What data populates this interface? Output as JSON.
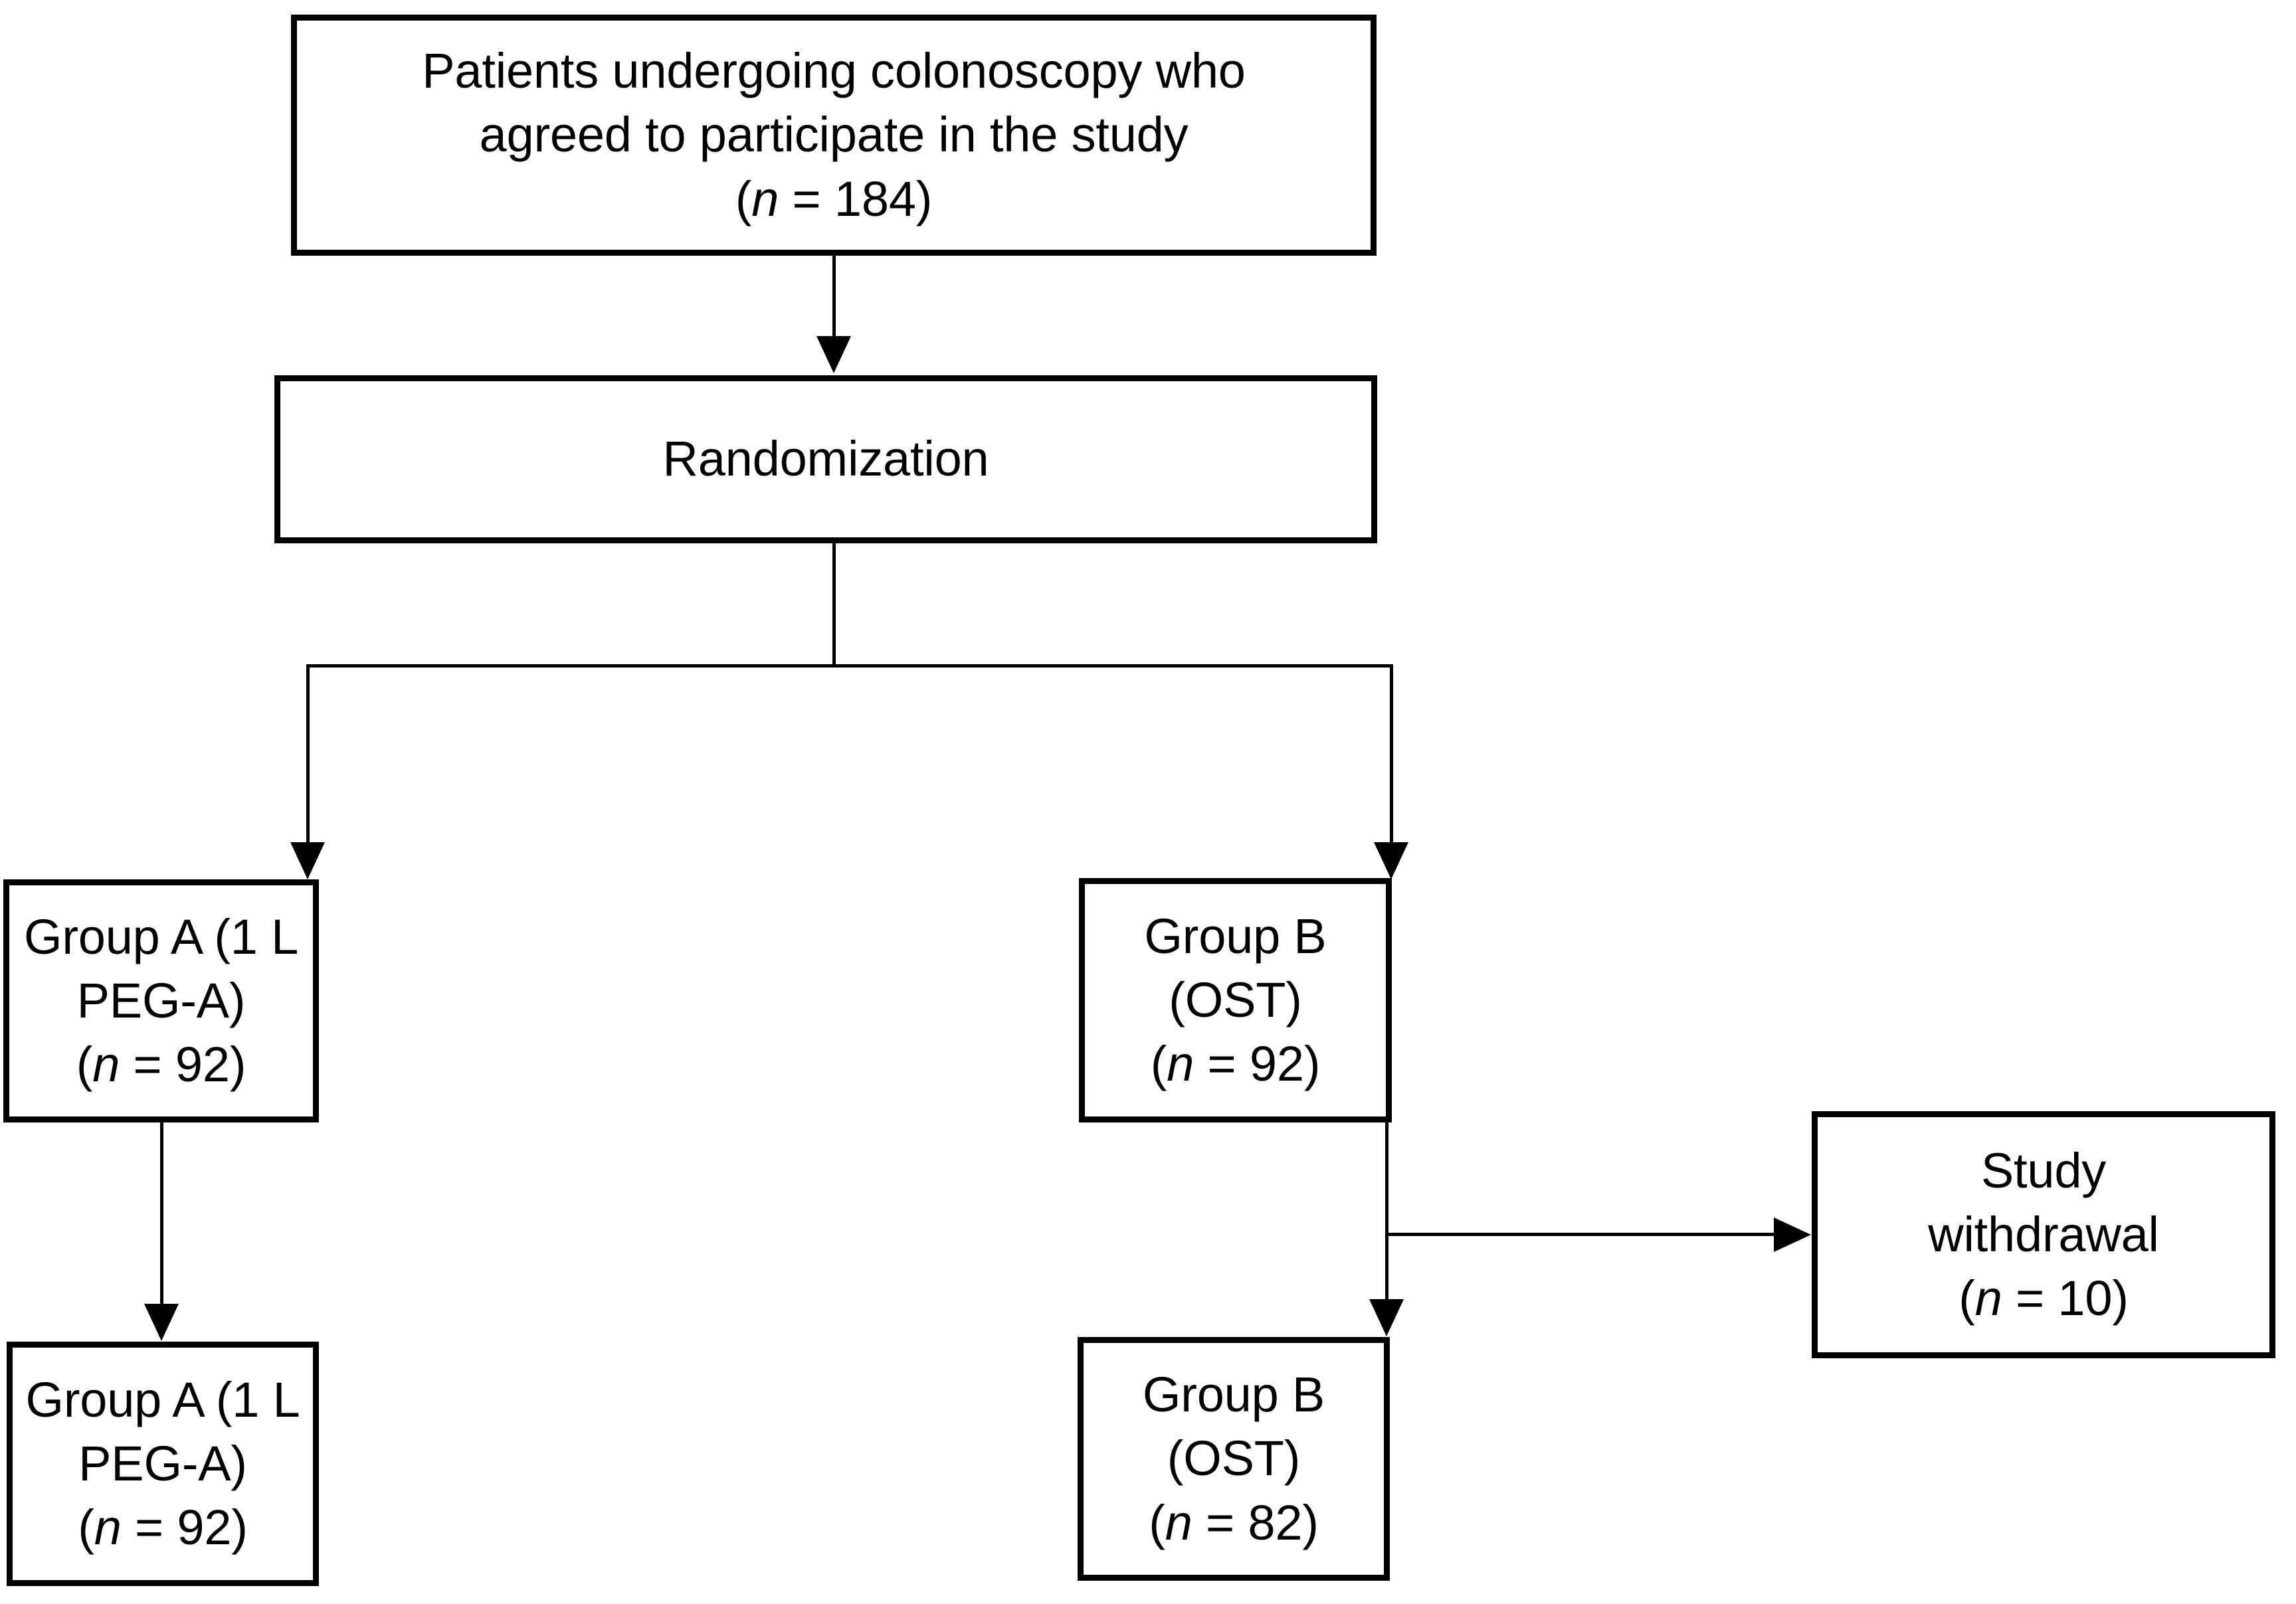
{
  "diagram": {
    "type": "flowchart",
    "title": "CONSORT participant flow diagram",
    "orientation": "top-down",
    "colors": {
      "background": "#ffffff",
      "box_border": "#000000",
      "text": "#000000",
      "connector": "#000000"
    },
    "nodes": [
      {
        "id": "enrollment",
        "label": "Patients undergoing colonoscopy who agreed to participate in the study",
        "line1": "Patients undergoing colonoscopy who",
        "line2": "agreed to participate in the study",
        "count_prefix": "(",
        "count_symbol": "n",
        "count_equals": " = ",
        "count_value": "184",
        "count_suffix": ")"
      },
      {
        "id": "randomization",
        "label": "Randomization"
      },
      {
        "id": "group-a-allocated",
        "line1": "Group A (1 L PEG-A)",
        "count_prefix": "(",
        "count_symbol": "n",
        "count_equals": " = ",
        "count_value": "92",
        "count_suffix": ")"
      },
      {
        "id": "group-b-allocated",
        "line1": "Group B (OST)",
        "count_prefix": "(",
        "count_symbol": "n",
        "count_equals": " = ",
        "count_value": "92",
        "count_suffix": ")"
      },
      {
        "id": "study-withdrawal",
        "line1": "Study",
        "line2": "withdrawal",
        "count_prefix": "(",
        "count_symbol": "n",
        "count_equals": " = ",
        "count_value": "10",
        "count_suffix": ")"
      },
      {
        "id": "group-a-analyzed",
        "line1": "Group A (1 L PEG-A)",
        "count_prefix": "(",
        "count_symbol": "n",
        "count_equals": " = ",
        "count_value": "92",
        "count_suffix": ")"
      },
      {
        "id": "group-b-analyzed",
        "line1": "Group B (OST)",
        "count_prefix": "(",
        "count_symbol": "n",
        "count_equals": " = ",
        "count_value": "82",
        "count_suffix": ")"
      }
    ],
    "edges": [
      {
        "id": "enrollment-to-randomization",
        "from": "enrollment",
        "to": "randomization",
        "arrow": "down"
      },
      {
        "id": "randomization-to-group-a",
        "from": "randomization",
        "to": "group-a-allocated",
        "arrow": "down"
      },
      {
        "id": "randomization-to-group-b",
        "from": "randomization",
        "to": "group-b-allocated",
        "arrow": "down"
      },
      {
        "id": "group-a-to-analyzed",
        "from": "group-a-allocated",
        "to": "group-a-analyzed",
        "arrow": "down"
      },
      {
        "id": "group-b-to-analyzed",
        "from": "group-b-allocated",
        "to": "group-b-analyzed",
        "arrow": "down"
      },
      {
        "id": "group-b-to-withdrawal",
        "from": "group-b-allocated",
        "to": "study-withdrawal",
        "arrow": "right"
      }
    ]
  }
}
